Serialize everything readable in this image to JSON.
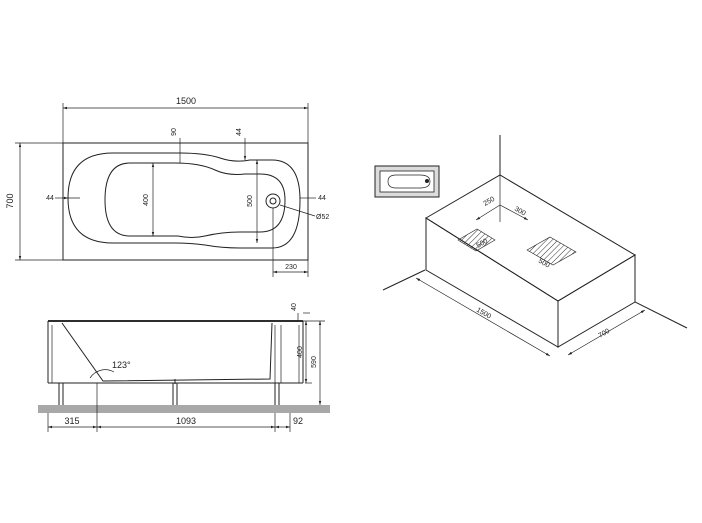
{
  "top_view": {
    "length": "1500",
    "width": "700",
    "margin_left": "44",
    "margin_right": "44",
    "margin_top_right": "44",
    "margin_top_mid": "90",
    "inner_width_left": "400",
    "inner_width_right": "500",
    "drain_diameter": "Ø52",
    "drain_offset": "230"
  },
  "side_view": {
    "rim": "40",
    "depth": "400",
    "height": "590",
    "angle": "123°",
    "left_offset": "315",
    "leg_span": "1093",
    "right_offset": "92"
  },
  "install_view": {
    "length": "1500",
    "width": "700",
    "spacing_a": "250",
    "spacing_b": "300",
    "hatch_a": "500",
    "hatch_b": "500"
  }
}
